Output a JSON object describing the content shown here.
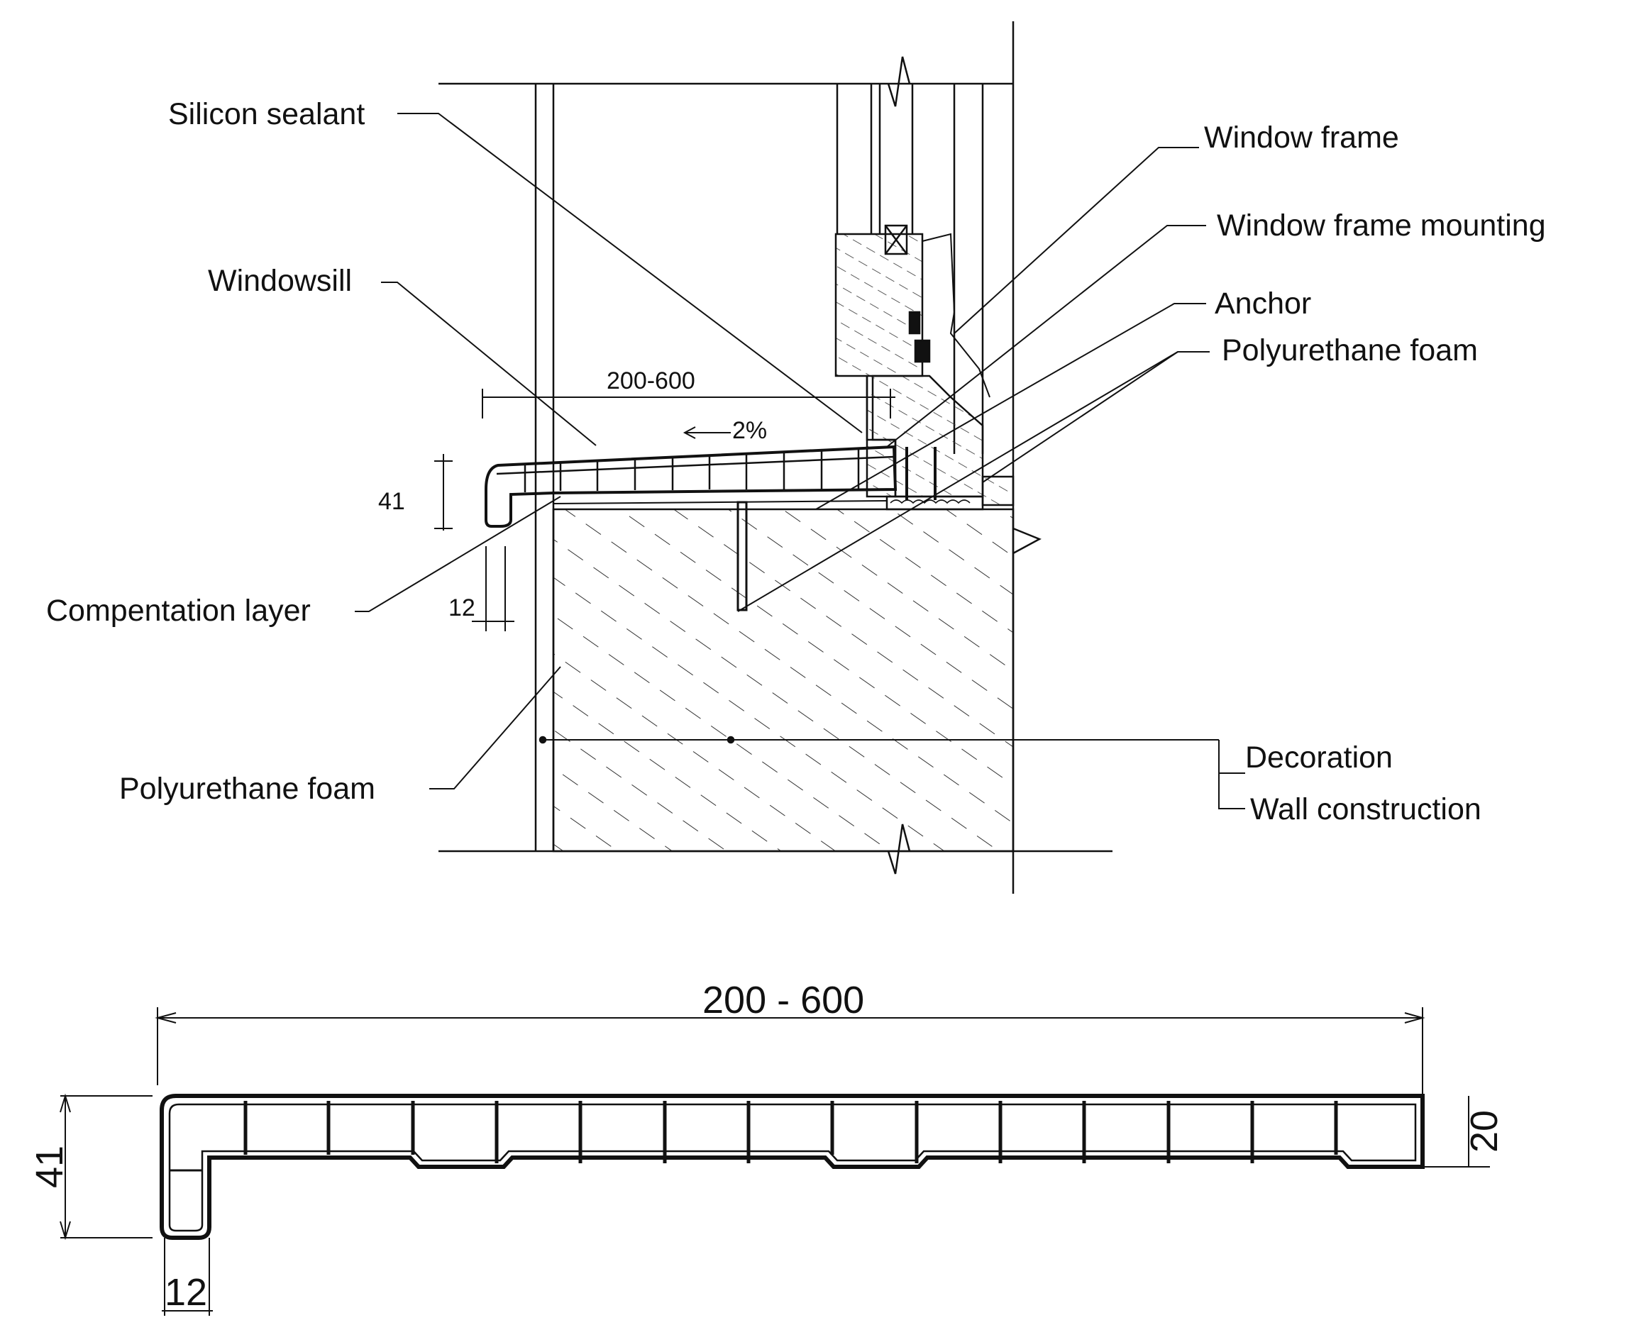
{
  "labels": {
    "silicon_sealant": "Silicon sealant",
    "windowsill": "Windowsill",
    "compensation_layer": "Compentation layer",
    "polyurethane_foam_left": "Polyurethane foam",
    "window_frame": "Window frame",
    "window_frame_mounting": "Window frame mounting",
    "anchor": "Anchor",
    "polyurethane_foam_right": "Polyurethane foam",
    "decoration": "Decoration",
    "wall_construction": "Wall construction"
  },
  "section_dims": {
    "depth": "200-600",
    "slope": "2%",
    "height": "41",
    "nose": "12"
  },
  "profile_dims": {
    "depth": "200 - 600",
    "height": "41",
    "thickness": "20",
    "nose": "12"
  },
  "colors": {
    "line": "#111111",
    "hatch": "#333333",
    "background": "#ffffff"
  }
}
